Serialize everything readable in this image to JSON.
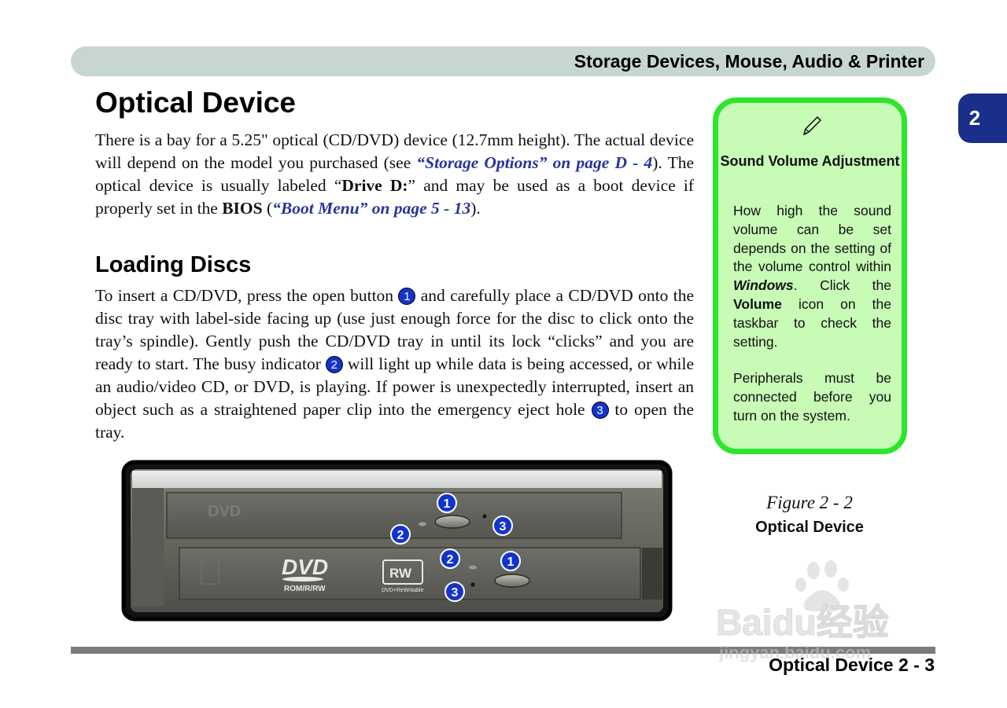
{
  "header": {
    "title": "Storage Devices, Mouse, Audio & Printer"
  },
  "chapter_tab": "2",
  "page_title": "Optical Device",
  "intro": {
    "t1": "There is a bay for a 5.25\" optical (CD/DVD) device (12.7mm height). The actual device will depend on the model you purchased (see ",
    "link1": "“Storage Options” on page D - 4",
    "t2": "). The optical device is usually labeled “",
    "drive": "Drive D:",
    "t3": "” and may be used as a boot device if properly set in the ",
    "bios": "BIOS",
    "t4": " (",
    "link2": "“Boot Menu” on page 5 - 13",
    "t5": ")."
  },
  "loading": {
    "heading": "Loading Discs",
    "t1": "To insert a CD/DVD, press the open button ",
    "n1": "1",
    "t2": " and carefully place a CD/DVD onto the disc tray with label-side facing up (use just enough force for the disc to click onto the tray’s spindle). Gently push the CD/DVD tray in until its lock “clicks” and you are ready to start. The busy indicator ",
    "n2": "2",
    "t3": " will light up while data is being accessed, or while an audio/video CD, or DVD, is playing. If power is unexpectedly interrupted, insert an object such as a straightened paper clip into the emergency eject hole ",
    "n3": "3",
    "t4": " to open the tray."
  },
  "sidebar": {
    "icon": "pencil-note-icon",
    "title": "Sound Volume Adjustment",
    "p1_a": "How high the sound volume can be set depends on the setting of the volume control within ",
    "p1_windows": "Windows",
    "p1_b": ". Click the ",
    "p1_volume": "Volume",
    "p1_c": " icon on the taskbar to check the setting.",
    "p2": "Peripherals must be connected before you turn on the system."
  },
  "figure": {
    "number": "Figure 2 - 2",
    "caption": "Optical Device",
    "labels": {
      "top_1": "1",
      "top_2": "2",
      "top_3": "3",
      "bottom_1": "1",
      "bottom_2": "2",
      "bottom_3": "3"
    },
    "drive_logo": "DVD",
    "drive_logo_sub": "ROM/R/RW",
    "rw_logo": "RW",
    "rw_logo_sub": "DVD+ReWritable"
  },
  "footer": {
    "text": "Optical Device  2  -  3"
  },
  "watermark": {
    "brand": "Baidu经验",
    "url": "jingyan.baidu.com"
  },
  "colors": {
    "link": "#28349a",
    "sidebar_border": "#2de52d",
    "sidebar_bg": "#c7fbb6",
    "tab_bg": "#1a2f8a",
    "number_badge": "#1433cc"
  }
}
